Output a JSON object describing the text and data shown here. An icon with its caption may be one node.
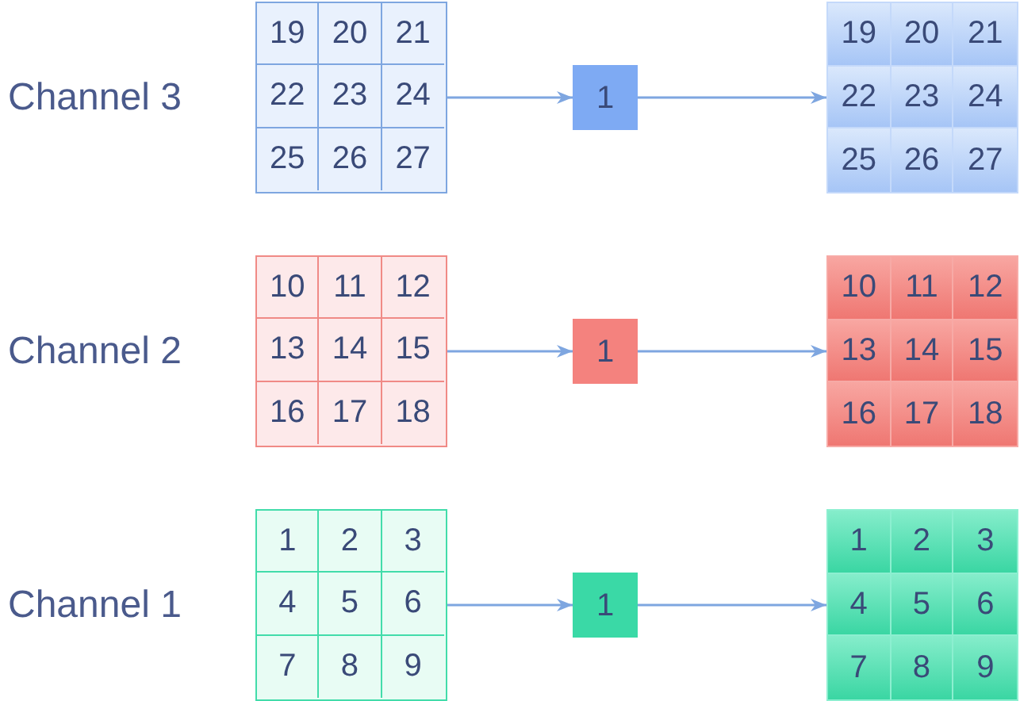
{
  "diagram": {
    "nodes": [
      {
        "text": [],
        "shape": "box"
      },
      {
        "text": [
          "19"
        ],
        "in": 0
      },
      {
        "text": [
          "20"
        ],
        "in": 0
      },
      {
        "text": [
          "21"
        ],
        "in": 0
      },
      {
        "text": [
          "22"
        ],
        "in": 0
      },
      {
        "text": [
          "23"
        ],
        "in": 0
      },
      {
        "text": [
          "24"
        ],
        "in": 0
      },
      {
        "text": [
          "25"
        ],
        "in": 0
      },
      {
        "text": [
          "26"
        ],
        "in": 0
      },
      {
        "text": [
          "27"
        ],
        "in": 0
      },
      {
        "text": [
          "1"
        ]
      },
      {
        "text": [],
        "shape": "box"
      },
      {
        "text": [
          "19"
        ],
        "in": 11
      },
      {
        "text": [
          "20"
        ],
        "in": 11
      },
      {
        "text": [
          "21"
        ],
        "in": 11
      },
      {
        "text": [
          "22"
        ],
        "in": 11
      },
      {
        "text": [
          "23"
        ],
        "in": 11
      },
      {
        "text": [
          "24"
        ],
        "in": 11
      },
      {
        "text": [
          "25"
        ],
        "in": 11
      },
      {
        "text": [
          "26"
        ],
        "in": 11
      },
      {
        "text": [
          "27"
        ],
        "in": 11
      },
      {
        "text": [],
        "shape": "box"
      },
      {
        "text": [
          "10"
        ],
        "in": 21
      },
      {
        "text": [
          "11"
        ],
        "in": 21
      },
      {
        "text": [
          "12"
        ],
        "in": 21
      },
      {
        "text": [
          "13"
        ],
        "in": 21
      },
      {
        "text": [
          "14"
        ],
        "in": 21
      },
      {
        "text": [
          "15"
        ],
        "in": 21
      },
      {
        "text": [
          "16"
        ],
        "in": 21
      },
      {
        "text": [
          "17"
        ],
        "in": 21
      },
      {
        "text": [
          "18"
        ],
        "in": 21
      },
      {
        "text": [
          "1"
        ]
      },
      {
        "text": [],
        "shape": "box"
      },
      {
        "text": [
          "10"
        ],
        "in": 32
      },
      {
        "text": [
          "11"
        ],
        "in": 32
      },
      {
        "text": [
          "12"
        ],
        "in": 32
      },
      {
        "text": [
          "13"
        ],
        "in": 32
      },
      {
        "text": [
          "14"
        ],
        "in": 32
      },
      {
        "text": [
          "15"
        ],
        "in": 32
      },
      {
        "text": [
          "16"
        ],
        "in": 32
      },
      {
        "text": [
          "17"
        ],
        "in": 32
      },
      {
        "text": [
          "18"
        ],
        "in": 32
      },
      {
        "text": [],
        "shape": "box"
      },
      {
        "text": [
          "1"
        ],
        "in": 42
      },
      {
        "text": [
          "2"
        ],
        "in": 42
      },
      {
        "text": [
          "3"
        ],
        "in": 42
      },
      {
        "text": [
          "4"
        ],
        "in": 42
      },
      {
        "text": [
          "5"
        ],
        "in": 42
      },
      {
        "text": [
          "6"
        ],
        "in": 42
      },
      {
        "text": [
          "7"
        ],
        "in": 42
      },
      {
        "text": [
          "8"
        ],
        "in": 42
      },
      {
        "text": [
          "9"
        ],
        "in": 42
      },
      {
        "text": [
          "1"
        ]
      },
      {
        "text": [],
        "shape": "box"
      },
      {
        "text": [
          "1"
        ],
        "in": 53
      },
      {
        "text": [
          "2"
        ],
        "in": 53
      },
      {
        "text": [
          "3"
        ],
        "in": 53
      },
      {
        "text": [
          "4"
        ],
        "in": 53
      },
      {
        "text": [
          "5"
        ],
        "in": 53
      },
      {
        "text": [
          "6"
        ],
        "in": 53
      },
      {
        "text": [
          "7"
        ],
        "in": 53
      },
      {
        "text": [
          "8"
        ],
        "in": 53
      },
      {
        "text": [
          "9"
        ],
        "in": 53
      }
    ],
    "edges": [
      {
        "from": 0,
        "to": 10,
        "arrow": "to"
      },
      {
        "from": 10,
        "to": 11,
        "arrow": "to"
      },
      {
        "from": 21,
        "to": 31,
        "arrow": "to"
      },
      {
        "from": 31,
        "to": 32,
        "arrow": "to"
      },
      {
        "from": 42,
        "to": 52,
        "arrow": "to"
      },
      {
        "from": 52,
        "to": 53,
        "arrow": "to"
      }
    ],
    "labels": [
      "Channel 3",
      "Channel 2",
      "Channel 1"
    ]
  }
}
